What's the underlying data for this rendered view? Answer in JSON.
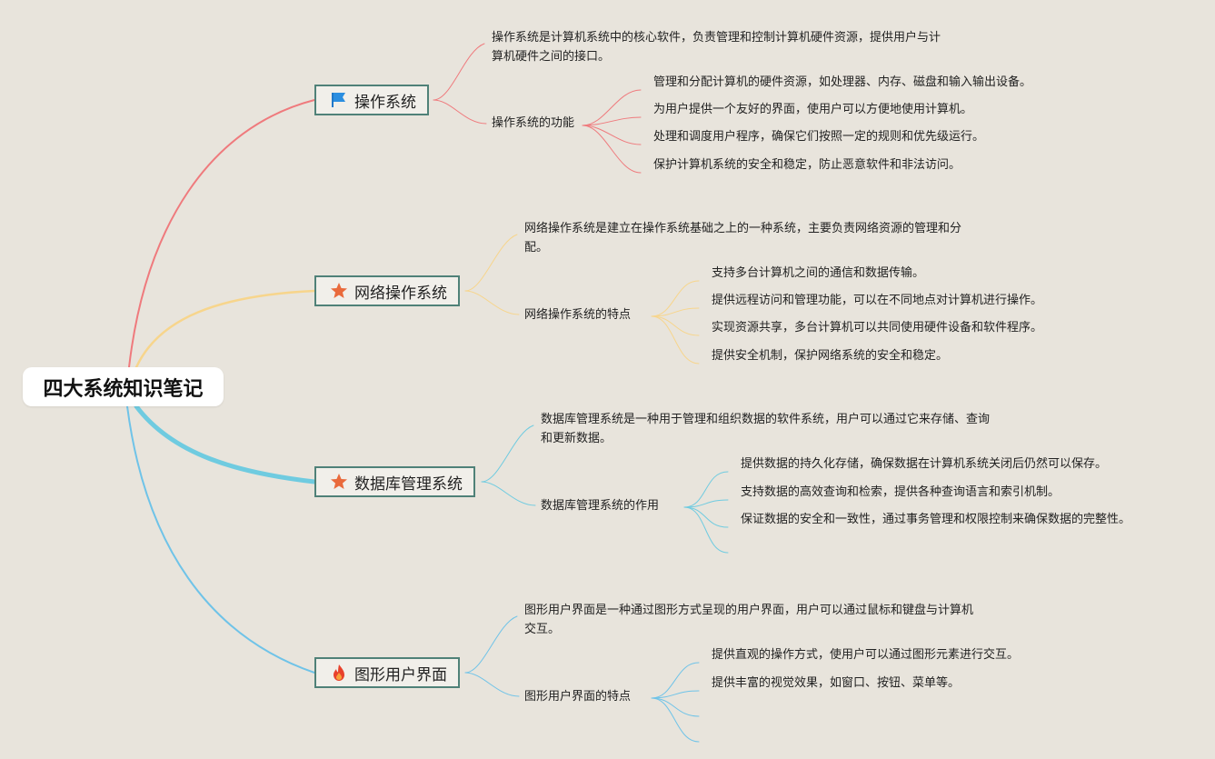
{
  "root": {
    "title": "四大系统知识笔记"
  },
  "colors": {
    "os": "#ef7a7d",
    "network": "#f7d58c",
    "database": "#6fcbe0",
    "gui": "#6fc3e8",
    "node_border": "#4f8178"
  },
  "branches": [
    {
      "label": "操作系统",
      "icon": "blue-flag-icon",
      "description": "操作系统是计算机系统中的核心软件，负责管理和控制计算机硬件资源，提供用户与计算机硬件之间的接口。",
      "subtopic": "操作系统的功能",
      "items": [
        "管理和分配计算机的硬件资源，如处理器、内存、磁盘和输入输出设备。",
        "为用户提供一个友好的界面，使用户可以方便地使用计算机。",
        "处理和调度用户程序，确保它们按照一定的规则和优先级运行。",
        "保护计算机系统的安全和稳定，防止恶意软件和非法访问。"
      ]
    },
    {
      "label": "网络操作系统",
      "icon": "orange-star-icon",
      "description": "网络操作系统是建立在操作系统基础之上的一种系统，主要负责网络资源的管理和分配。",
      "subtopic": "网络操作系统的特点",
      "items": [
        "支持多台计算机之间的通信和数据传输。",
        "提供远程访问和管理功能，可以在不同地点对计算机进行操作。",
        "实现资源共享，多台计算机可以共同使用硬件设备和软件程序。",
        "提供安全机制，保护网络系统的安全和稳定。"
      ]
    },
    {
      "label": "数据库管理系统",
      "icon": "orange-star-icon",
      "description": "数据库管理系统是一种用于管理和组织数据的软件系统，用户可以通过它来存储、查询和更新数据。",
      "subtopic": "数据库管理系统的作用",
      "items": [
        "提供数据的持久化存储，确保数据在计算机系统关闭后仍然可以保存。",
        "支持数据的高效查询和检索，提供各种查询语言和索引机制。",
        "保证数据的安全和一致性，通过事务管理和权限控制来确保数据的完整性。"
      ]
    },
    {
      "label": "图形用户界面",
      "icon": "fire-icon",
      "description": "图形用户界面是一种通过图形方式呈现的用户界面，用户可以通过鼠标和键盘与计算机交互。",
      "subtopic": "图形用户界面的特点",
      "items": [
        "提供直观的操作方式，使用户可以通过图形元素进行交互。",
        "提供丰富的视觉效果，如窗口、按钮、菜单等。"
      ]
    }
  ]
}
